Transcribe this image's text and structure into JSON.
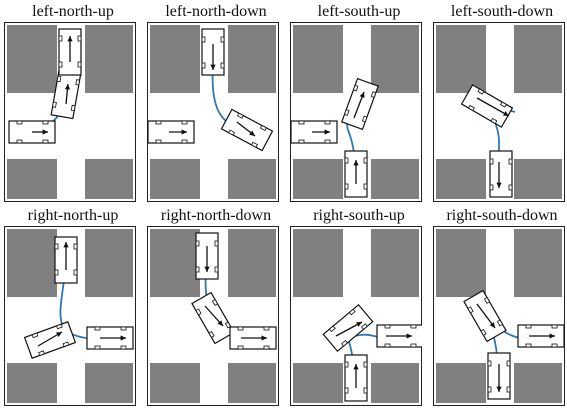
{
  "panels": [
    {
      "title": "left-north-up"
    },
    {
      "title": "left-north-down"
    },
    {
      "title": "left-south-up"
    },
    {
      "title": "left-south-down"
    },
    {
      "title": "right-north-up"
    },
    {
      "title": "right-north-down"
    },
    {
      "title": "right-south-up"
    },
    {
      "title": "right-south-down"
    }
  ],
  "colors": {
    "block": "#808080",
    "road": "#ffffff",
    "frame": "#222222",
    "vehicle_outline": "#111111",
    "trajectory": "#2f78b5",
    "arrow": "#111111"
  }
}
